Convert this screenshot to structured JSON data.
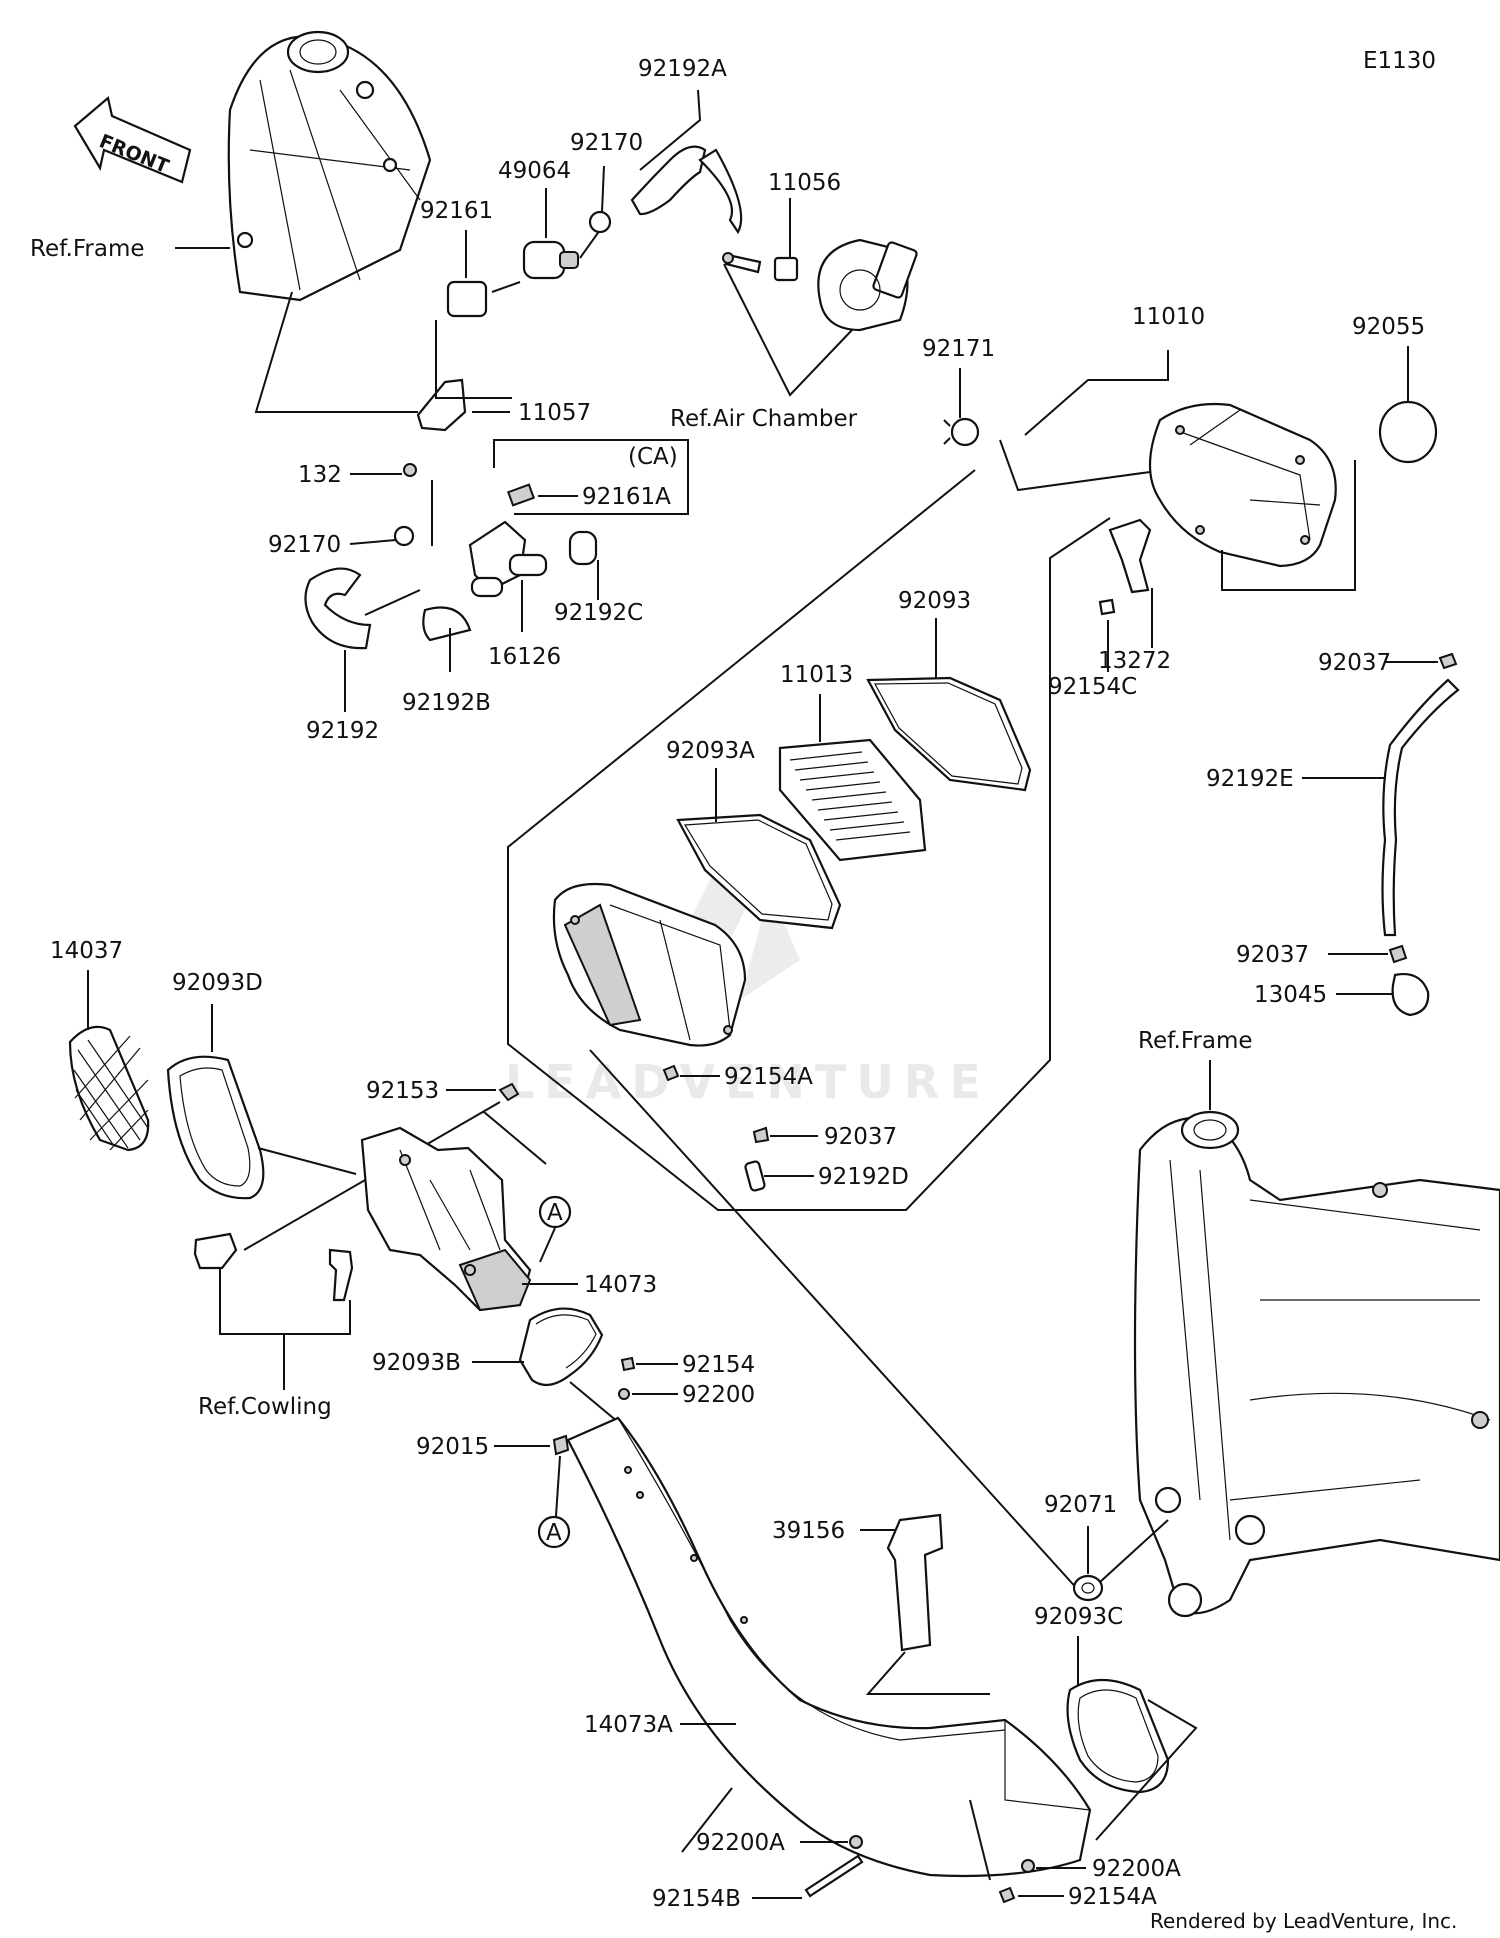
{
  "diagram_code": "E1130",
  "footer": "Rendered by LeadVenture, Inc.",
  "watermark": "LEADVENTURE",
  "front_arrow_text": "FRONT",
  "callouts": {
    "ref_frame_top": "Ref.Frame",
    "ref_frame_right": "Ref.Frame",
    "ref_air_chamber": "Ref.Air Chamber",
    "ref_cowling": "Ref.Cowling",
    "ca": "(CA)",
    "marker_a_1": "A",
    "marker_a_2": "A",
    "p92192A": "92192A",
    "p92170_top": "92170",
    "p49064": "49064",
    "p92161": "92161",
    "p11056": "11056",
    "p11057": "11057",
    "p132": "132",
    "p92161A": "92161A",
    "p92170_mid": "92170",
    "p92192": "92192",
    "p92192B": "92192B",
    "p16126": "16126",
    "p92192C": "92192C",
    "p92171": "92171",
    "p11010": "11010",
    "p92055": "92055",
    "p92093": "92093",
    "p11013": "11013",
    "p92093A": "92093A",
    "p13272": "13272",
    "p92154C": "92154C",
    "p92037_a": "92037",
    "p92192E": "92192E",
    "p92037_b": "92037",
    "p13045": "13045",
    "p14037": "14037",
    "p92093D": "92093D",
    "p92153": "92153",
    "p92154A_mid": "92154A",
    "p92037_c": "92037",
    "p92192D": "92192D",
    "p14073": "14073",
    "p92093B": "92093B",
    "p92154": "92154",
    "p92200": "92200",
    "p92015": "92015",
    "p39156": "39156",
    "p92071": "92071",
    "p92093C": "92093C",
    "p14073A": "14073A",
    "p92200A_left": "92200A",
    "p92200A_right": "92200A",
    "p92154B": "92154B",
    "p92154A_bottom": "92154A"
  }
}
